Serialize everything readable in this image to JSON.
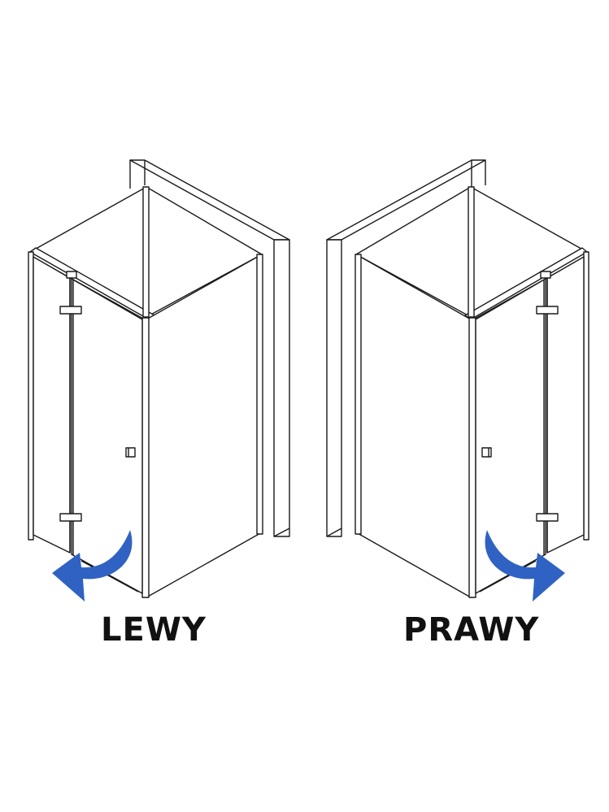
{
  "variants": {
    "left": {
      "label": "LEWY",
      "swing_direction": "left"
    },
    "right": {
      "label": "PRAWY",
      "swing_direction": "right"
    }
  },
  "colors": {
    "line": "#1a1a1a",
    "arrow": "#2f62c2",
    "wall": "#ffffff",
    "background": "#ffffff"
  },
  "icons": {
    "swing_arrow": "curved-arrow-icon",
    "handle": "door-handle-icon",
    "hinge": "hinge-icon"
  }
}
